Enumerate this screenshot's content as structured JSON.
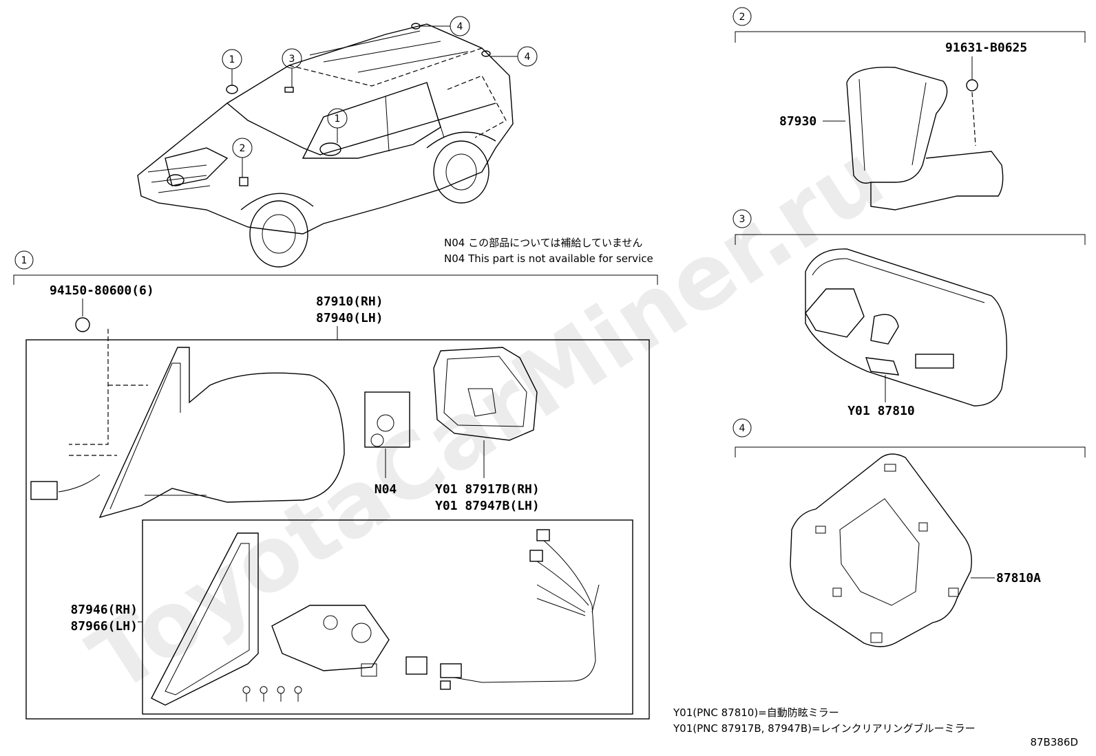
{
  "diagram_code": "87B386D",
  "watermark": "ToyotaCarMiner.ru",
  "vehicle_callouts": [
    "1",
    "3",
    "4",
    "4",
    "1",
    "2"
  ],
  "sections": [
    {
      "id": "1",
      "label": "1"
    },
    {
      "id": "2",
      "label": "2"
    },
    {
      "id": "3",
      "label": "3"
    },
    {
      "id": "4",
      "label": "4"
    }
  ],
  "notes": {
    "n04_jp": "N04 この部品については補給していません",
    "n04_en": "N04 This part is not available for service",
    "y01_a": "Y01(PNC 87810)=自動防眩ミラー",
    "y01_b": "Y01(PNC 87917B, 87947B)=レインクリアリングブルーミラー"
  },
  "parts": {
    "p94150": "94150-80600(6)",
    "p87910": "87910(RH)",
    "p87940": "87940(LH)",
    "pN04": "N04",
    "p87917B": "Y01 87917B(RH)",
    "p87947B": "Y01 87947B(LH)",
    "p87946": "87946(RH)",
    "p87966": "87966(LH)",
    "p91631": "91631-B0625",
    "p87930": "87930",
    "p87810": "Y01 87810",
    "p87810A": "87810A"
  }
}
